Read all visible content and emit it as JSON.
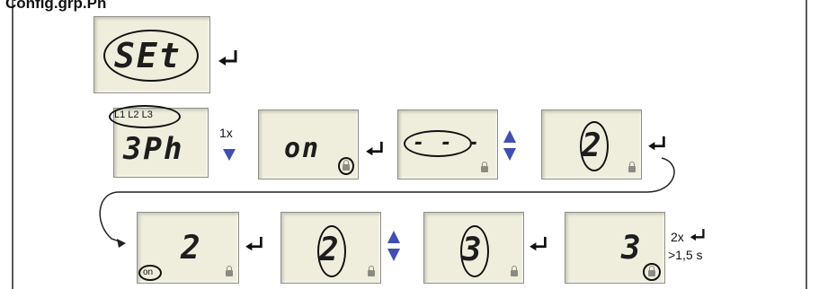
{
  "title": "Config.grp.Ph",
  "step1": {
    "display": "SEt"
  },
  "step2": {
    "indicator": "L1 L2 L3",
    "display": "3Ph",
    "press_count": "1x"
  },
  "step3": {
    "display": "on"
  },
  "step4": {
    "display": "- - -"
  },
  "step5": {
    "display": "2"
  },
  "step6": {
    "display": "2",
    "indicator": "on"
  },
  "step7": {
    "display": "2"
  },
  "step8": {
    "display": "3"
  },
  "step9": {
    "display": "3"
  },
  "final": {
    "press_count": "2x",
    "duration": ">1,5 s"
  },
  "icons": {
    "enter": "enter-key-icon",
    "down": "down-arrow-icon",
    "updown": "up-down-arrows-icon",
    "lock": "lock-icon"
  },
  "colors": {
    "arrow": "#3f4fb3",
    "lcd": "#efeedd"
  }
}
